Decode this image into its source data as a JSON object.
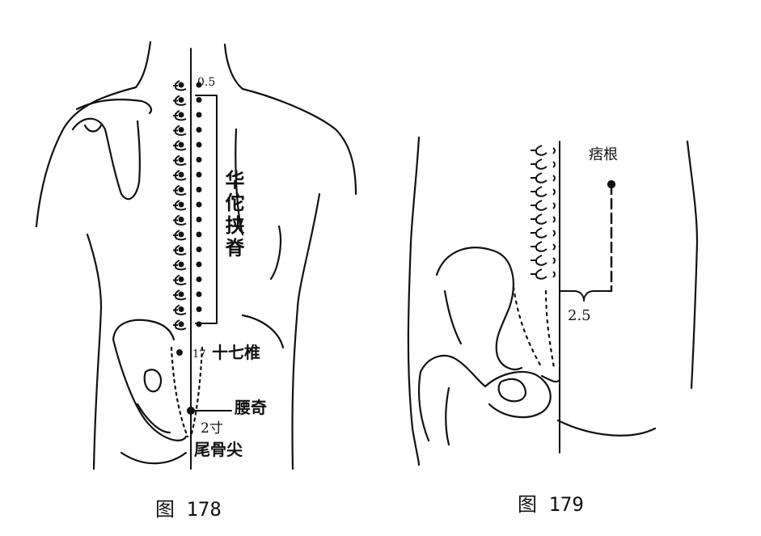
{
  "figure_178": {
    "caption": "图 178",
    "labels": {
      "top_distance": "0.5",
      "huatuo_jiaji": "华佗挟脊",
      "vertebra_number": "17",
      "seventeenth_vertebra": "十七椎",
      "yaoqi": "腰奇",
      "two_cun": "2寸",
      "coccyx_tip": "尾骨尖"
    }
  },
  "figure_179": {
    "caption": "图 179",
    "labels": {
      "pigen": "痞根",
      "distance": "2.5"
    }
  }
}
